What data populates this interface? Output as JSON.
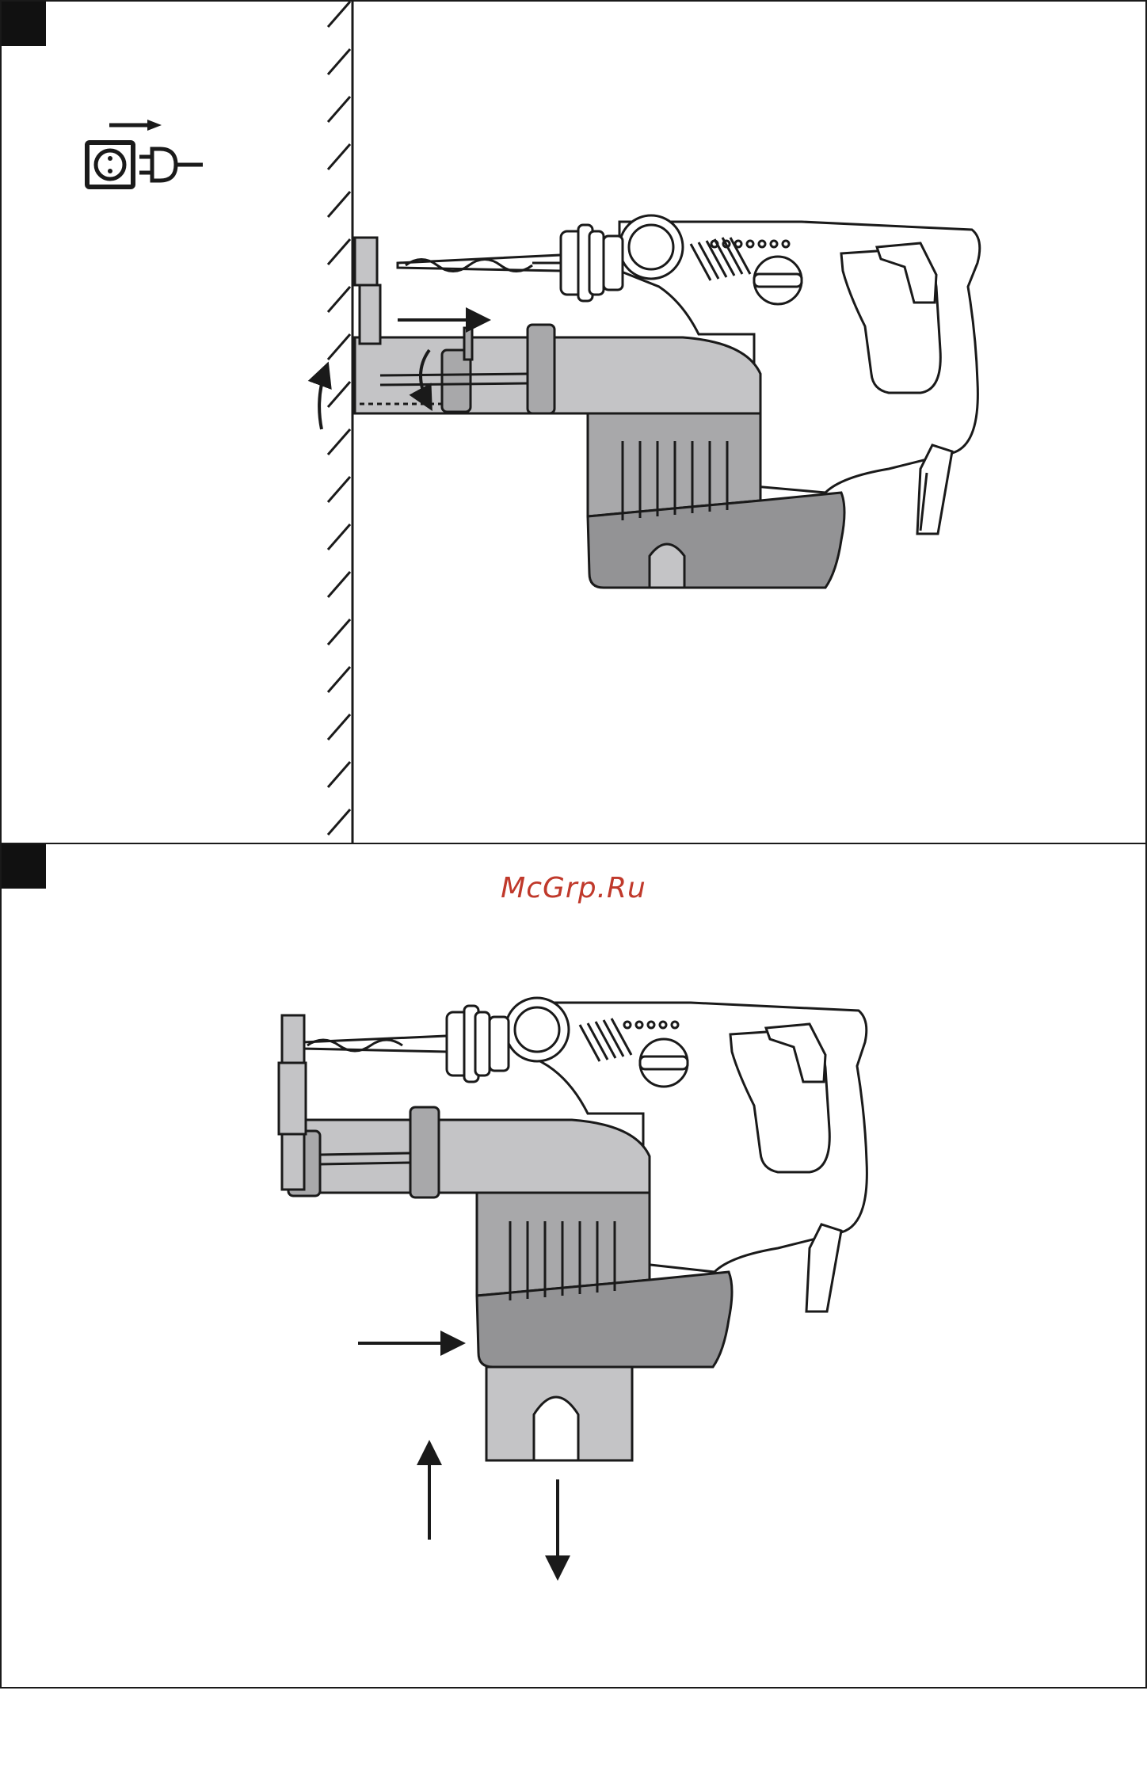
{
  "watermark": {
    "text": "McGrp.Ru"
  },
  "panels": [
    {
      "id": "panel-1",
      "icon": "unplug-icon"
    },
    {
      "id": "panel-2"
    }
  ],
  "colors": {
    "line": "#1a1a1a",
    "light_gray": "#c4c4c6",
    "mid_gray": "#a8a8aa",
    "dark_gray": "#939395",
    "watermark": "#c0392b"
  }
}
